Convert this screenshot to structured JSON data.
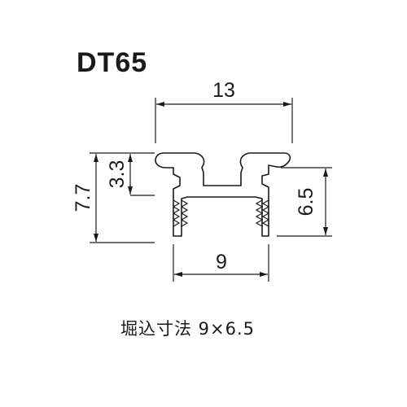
{
  "model": "DT65",
  "dimensions": {
    "width_top": "13",
    "width_bottom": "9",
    "height_total": "7.7",
    "height_upper": "3.3",
    "height_right": "6.5"
  },
  "caption": "堀込寸法 9×6.5",
  "colors": {
    "ink": "#1a1a1a",
    "background": "#ffffff"
  }
}
